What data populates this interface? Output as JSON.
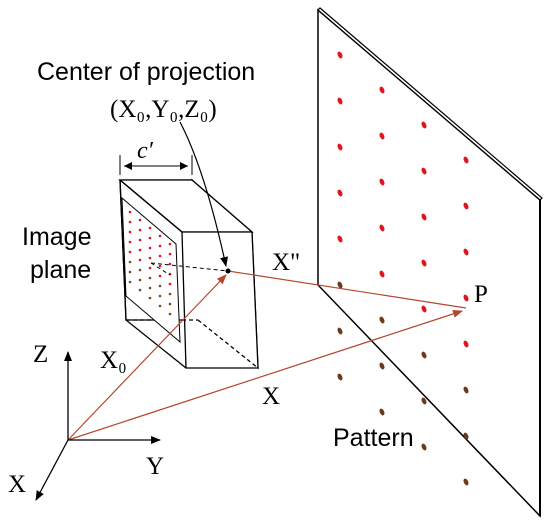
{
  "labels": {
    "center_line1": "Center of projection",
    "center_line2": "(X₀,Y₀,Z₀)",
    "focal": "c′",
    "image_plane_1": "Image",
    "image_plane_2": "plane",
    "x_double_prime": "X\"",
    "point_p": "P",
    "x0_vector": "X₀",
    "x_vector": "X",
    "pattern": "Pattern",
    "axis_z": "Z",
    "axis_y": "Y",
    "axis_x": "X"
  },
  "colors": {
    "line": "#000000",
    "ray": "#b5472f",
    "dot_red": "#e0141e",
    "dot_brown": "#6b3a1a",
    "image_dot_red": "#e0141e",
    "image_dot_brown": "#7a4a20"
  },
  "pattern": {
    "rows": 8,
    "cols": 4,
    "red_rows": 5
  },
  "image_grid": {
    "rows": 8,
    "cols": 5,
    "red_rows": 5
  }
}
